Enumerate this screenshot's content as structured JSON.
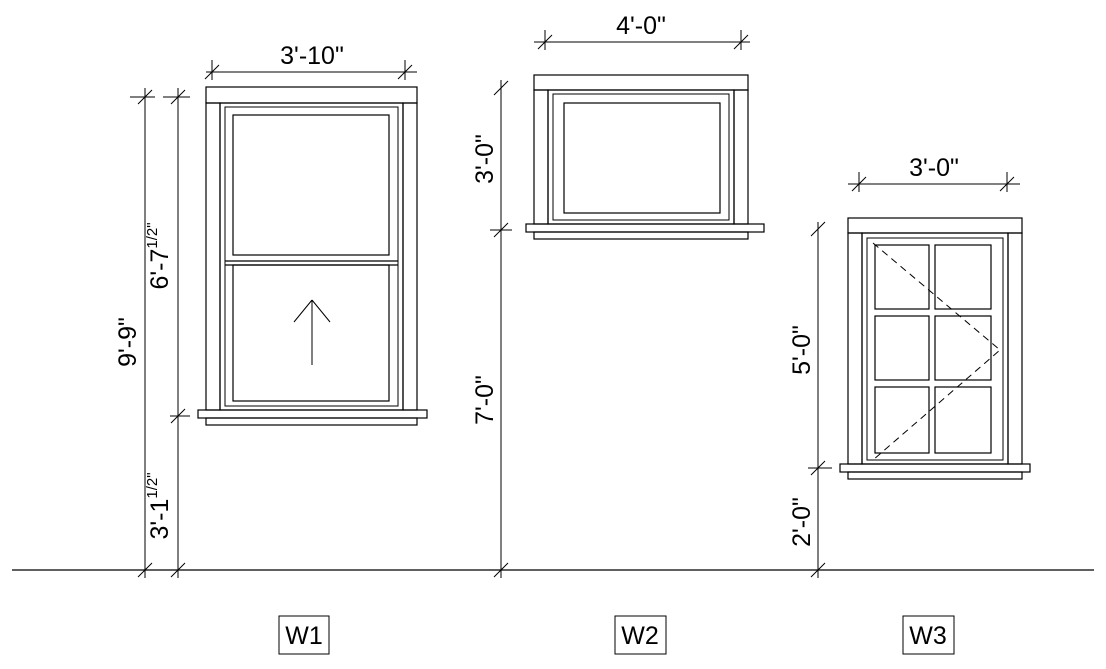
{
  "dimensions": {
    "w1_width": "3'-10\"",
    "w1_total_height": "9'-9\"",
    "w1_window_height": "6'-7",
    "w1_window_height_frac": "1/2\"",
    "w1_sill_height": "3'-1",
    "w1_sill_height_frac": "1/2\"",
    "w2_width": "4'-0\"",
    "w2_window_height": "3'-0\"",
    "w2_sill_height": "7'-0\"",
    "w3_width": "3'-0\"",
    "w3_window_height": "5'-0\"",
    "w3_sill_height": "2'-0\""
  },
  "tags": {
    "w1": "W1",
    "w2": "W2",
    "w3": "W3"
  },
  "icons": {
    "operation_arrow": "arrow-up-icon"
  }
}
